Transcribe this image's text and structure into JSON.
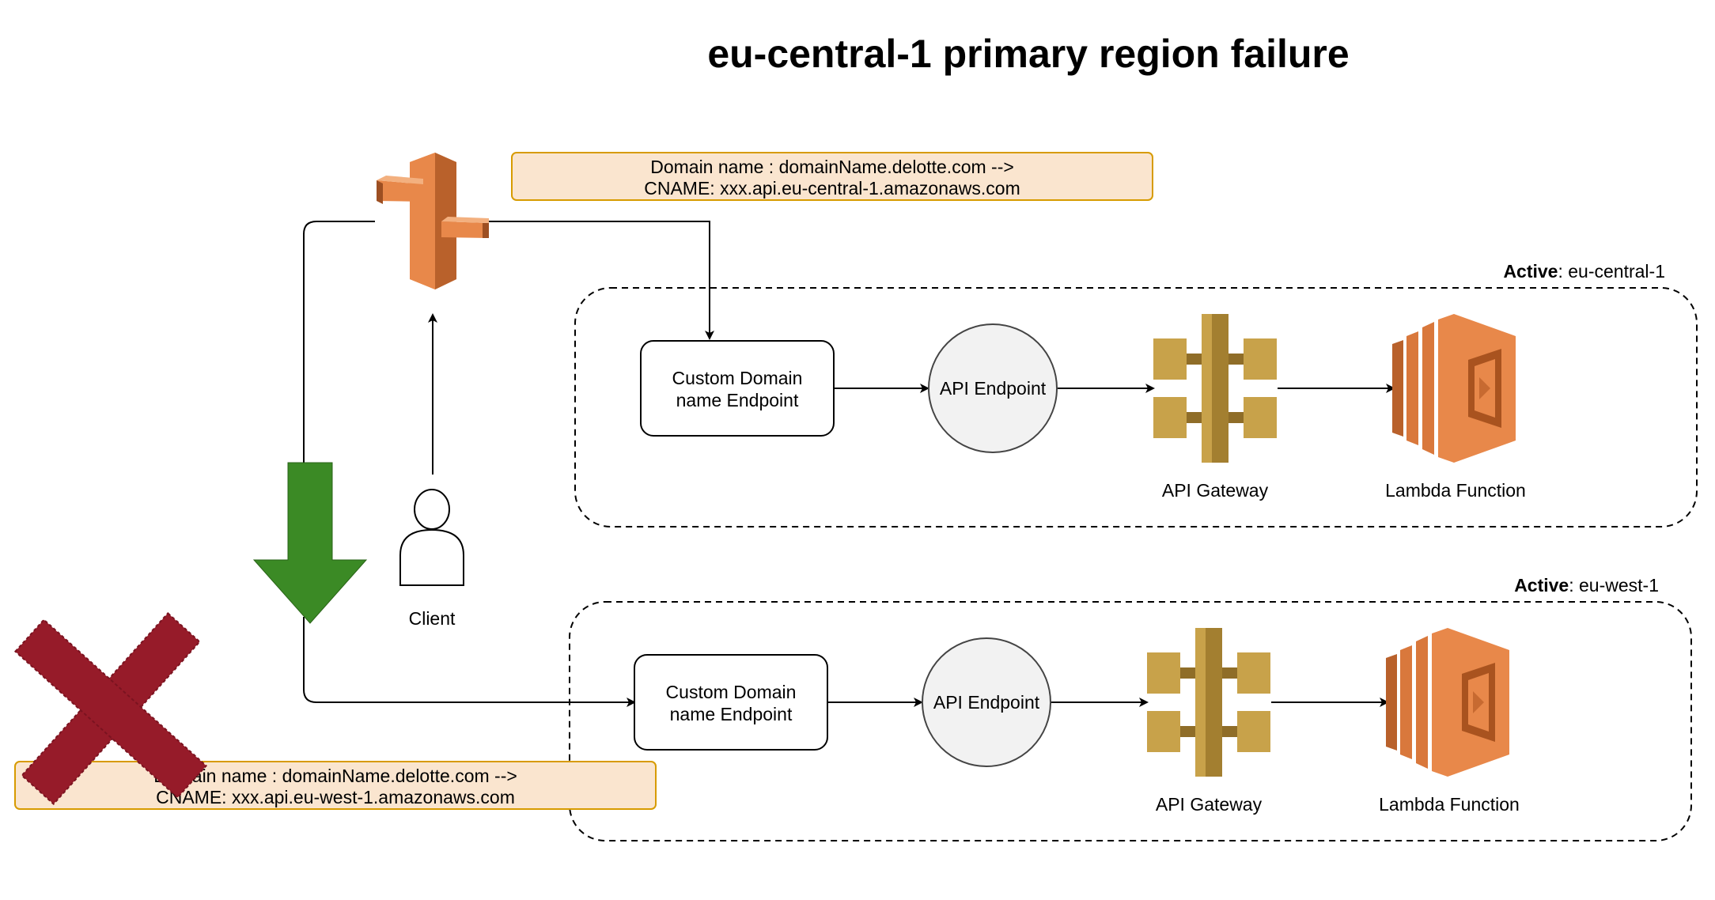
{
  "title": "eu-central-1 primary region failure",
  "dns_note_primary": {
    "line1": "Domain name : domainName.delotte.com -->",
    "line2": "CNAME: xxx.api.eu-central-1.amazonaws.com"
  },
  "dns_note_failover": {
    "line1": "Domain name : domainName.delotte.com -->",
    "line2": "CNAME: xxx.api.eu-west-1.amazonaws.com"
  },
  "regions": [
    {
      "status": "Active",
      "name": ": eu-central-1",
      "custom_domain_line1": "Custom Domain",
      "custom_domain_line2": "name Endpoint",
      "api_endpoint": "API Endpoint",
      "api_gateway": "API Gateway",
      "lambda": "Lambda Function"
    },
    {
      "status": "Active",
      "name": ": eu-west-1",
      "custom_domain_line1": "Custom Domain",
      "custom_domain_line2": "name Endpoint",
      "api_endpoint": "API Endpoint",
      "api_gateway": "API Gateway",
      "lambda": "Lambda Function"
    }
  ],
  "client_label": "Client",
  "icons": [
    "route53-icon",
    "api-gateway-icon",
    "lambda-icon",
    "user-icon",
    "failure-x-icon",
    "failover-arrow-icon"
  ],
  "colors": {
    "note_fill": "#fae5cf",
    "note_border": "#d79b00",
    "aws_orange": "#e8884a",
    "aws_gold": "#c8a24a",
    "failover_green": "#3b8a25",
    "failure_red": "#961b29"
  }
}
